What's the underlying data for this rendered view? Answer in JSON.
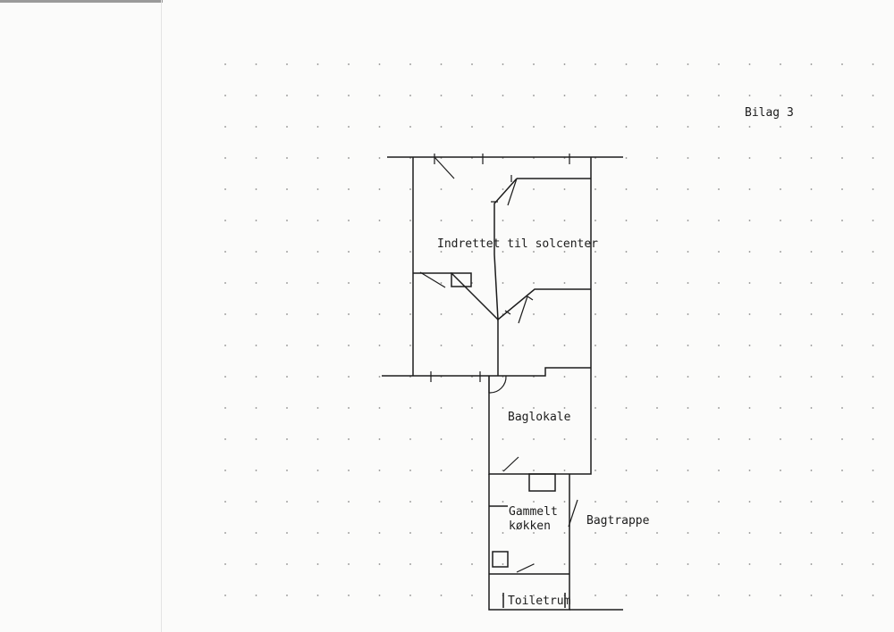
{
  "annex_label": "Bilag 3",
  "rooms": {
    "main": "Indrettet til solcenter",
    "back_room": "Baglokale",
    "old_kitchen_line1": "Gammelt",
    "old_kitchen_line2": "køkken",
    "back_stairs": "Bagtrappe",
    "toilet": "Toiletrum"
  },
  "colors": {
    "paper": "#fbfbfa",
    "ink": "#1c1c1c",
    "dots": "#8a8a8a"
  }
}
